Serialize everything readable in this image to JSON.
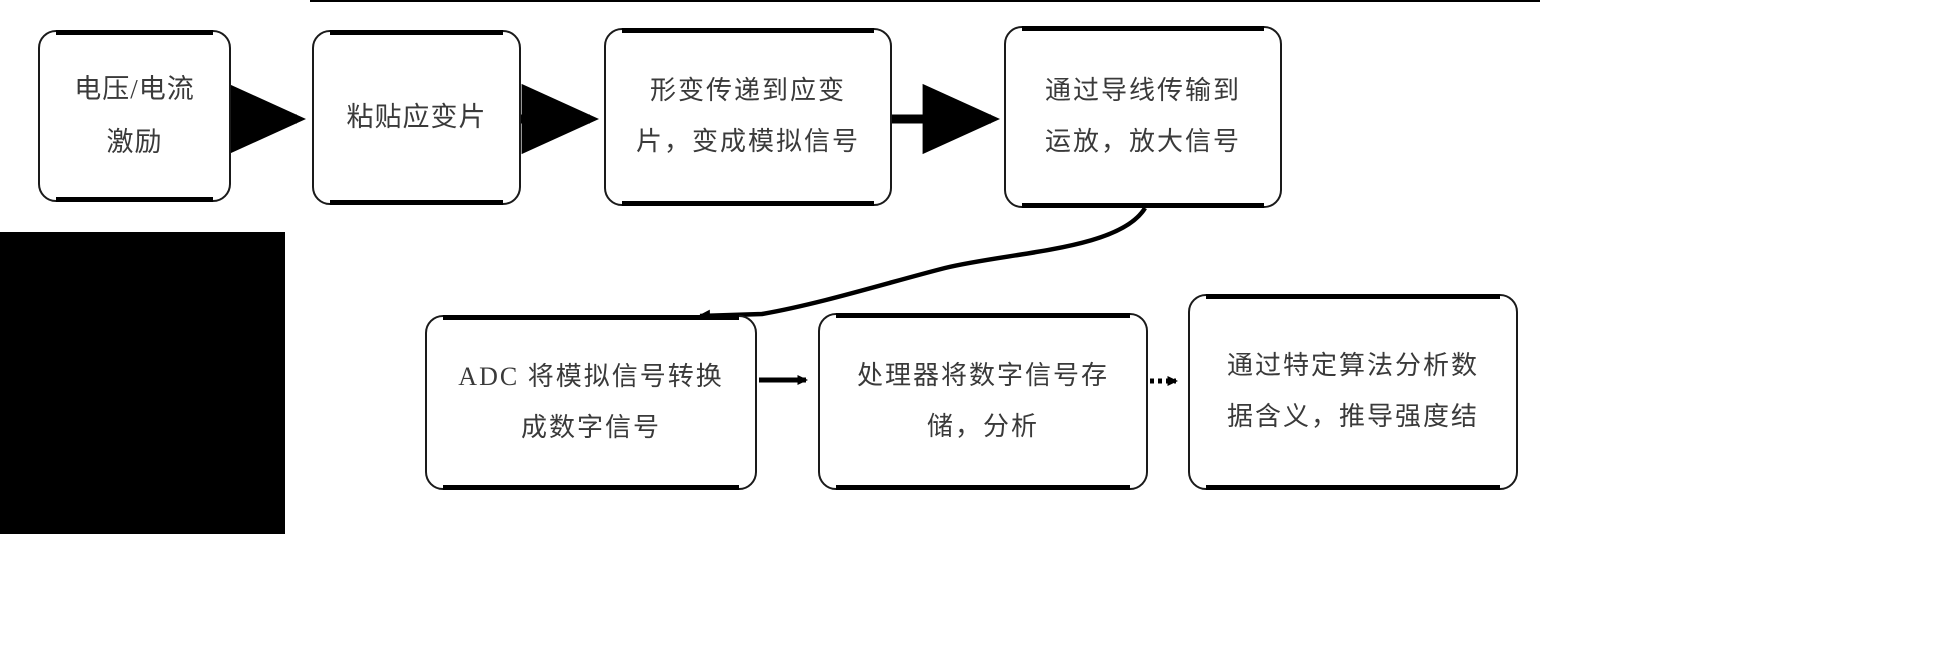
{
  "diagram": {
    "title_rule": "",
    "nodes": [
      {
        "id": "excitation",
        "lines": [
          "电压/电流",
          "激励"
        ]
      },
      {
        "id": "attach-gauge",
        "lines": [
          "粘贴应变片"
        ]
      },
      {
        "id": "deform-to-analog",
        "lines": [
          "形变传递到应变",
          "片，变成模拟信号"
        ]
      },
      {
        "id": "wire-to-opamp",
        "lines": [
          "通过导线传输到",
          "运放，放大信号"
        ]
      },
      {
        "id": "adc-convert",
        "lines": [
          "ADC 将模拟信号转换",
          "成数字信号"
        ]
      },
      {
        "id": "processor-store",
        "lines": [
          "处理器将数字信号存",
          "储，分析"
        ]
      },
      {
        "id": "algorithm-analyze",
        "lines": [
          "通过特定算法分析数",
          "据含义，推导强度结"
        ]
      }
    ],
    "edges": [
      {
        "id": "e1",
        "from": "excitation",
        "to": "attach-gauge",
        "style": "solid"
      },
      {
        "id": "e2",
        "from": "attach-gauge",
        "to": "deform-to-analog",
        "style": "solid"
      },
      {
        "id": "e3",
        "from": "deform-to-analog",
        "to": "wire-to-opamp",
        "style": "solid"
      },
      {
        "id": "e4",
        "from": "wire-to-opamp",
        "to": "adc-convert",
        "style": "curved"
      },
      {
        "id": "e5",
        "from": "adc-convert",
        "to": "processor-store",
        "style": "solid"
      },
      {
        "id": "e6",
        "from": "processor-store",
        "to": "algorithm-analyze",
        "style": "dotted"
      }
    ],
    "colors": {
      "background": "#ffffff",
      "node_border": "#1a1a1a",
      "node_text": "#3a3a3a",
      "edge": "#000000",
      "occluder": "#000000"
    }
  }
}
